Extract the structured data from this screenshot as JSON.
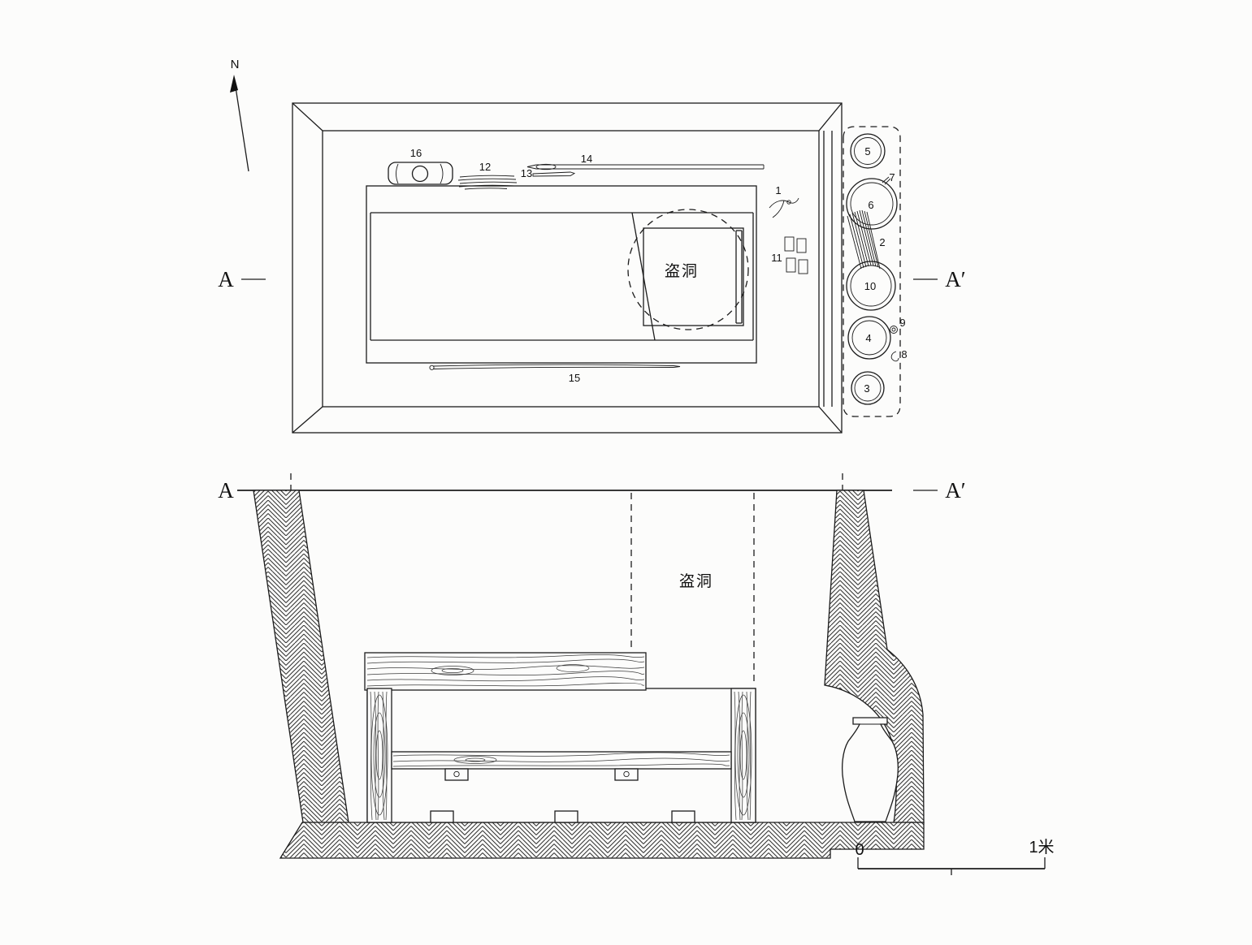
{
  "plan": {
    "north_label": "N",
    "section_label_left": "A",
    "section_label_right": "A′",
    "robber_hole_label": "盗洞",
    "artifact_labels": {
      "n1": "1",
      "n11": "11",
      "n12": "12",
      "n13": "13",
      "n14": "14",
      "n15": "15",
      "n16": "16"
    },
    "niche_labels": {
      "n2": "2",
      "n3": "3",
      "n4": "4",
      "n5": "5",
      "n6": "6",
      "n7": "7",
      "n8": "8",
      "n9": "9",
      "n10": "10"
    }
  },
  "section": {
    "section_label_left": "A",
    "section_label_right": "A′",
    "robber_hole_label": "盗洞",
    "scale_zero_label": "0",
    "scale_unit_label": "1米"
  }
}
